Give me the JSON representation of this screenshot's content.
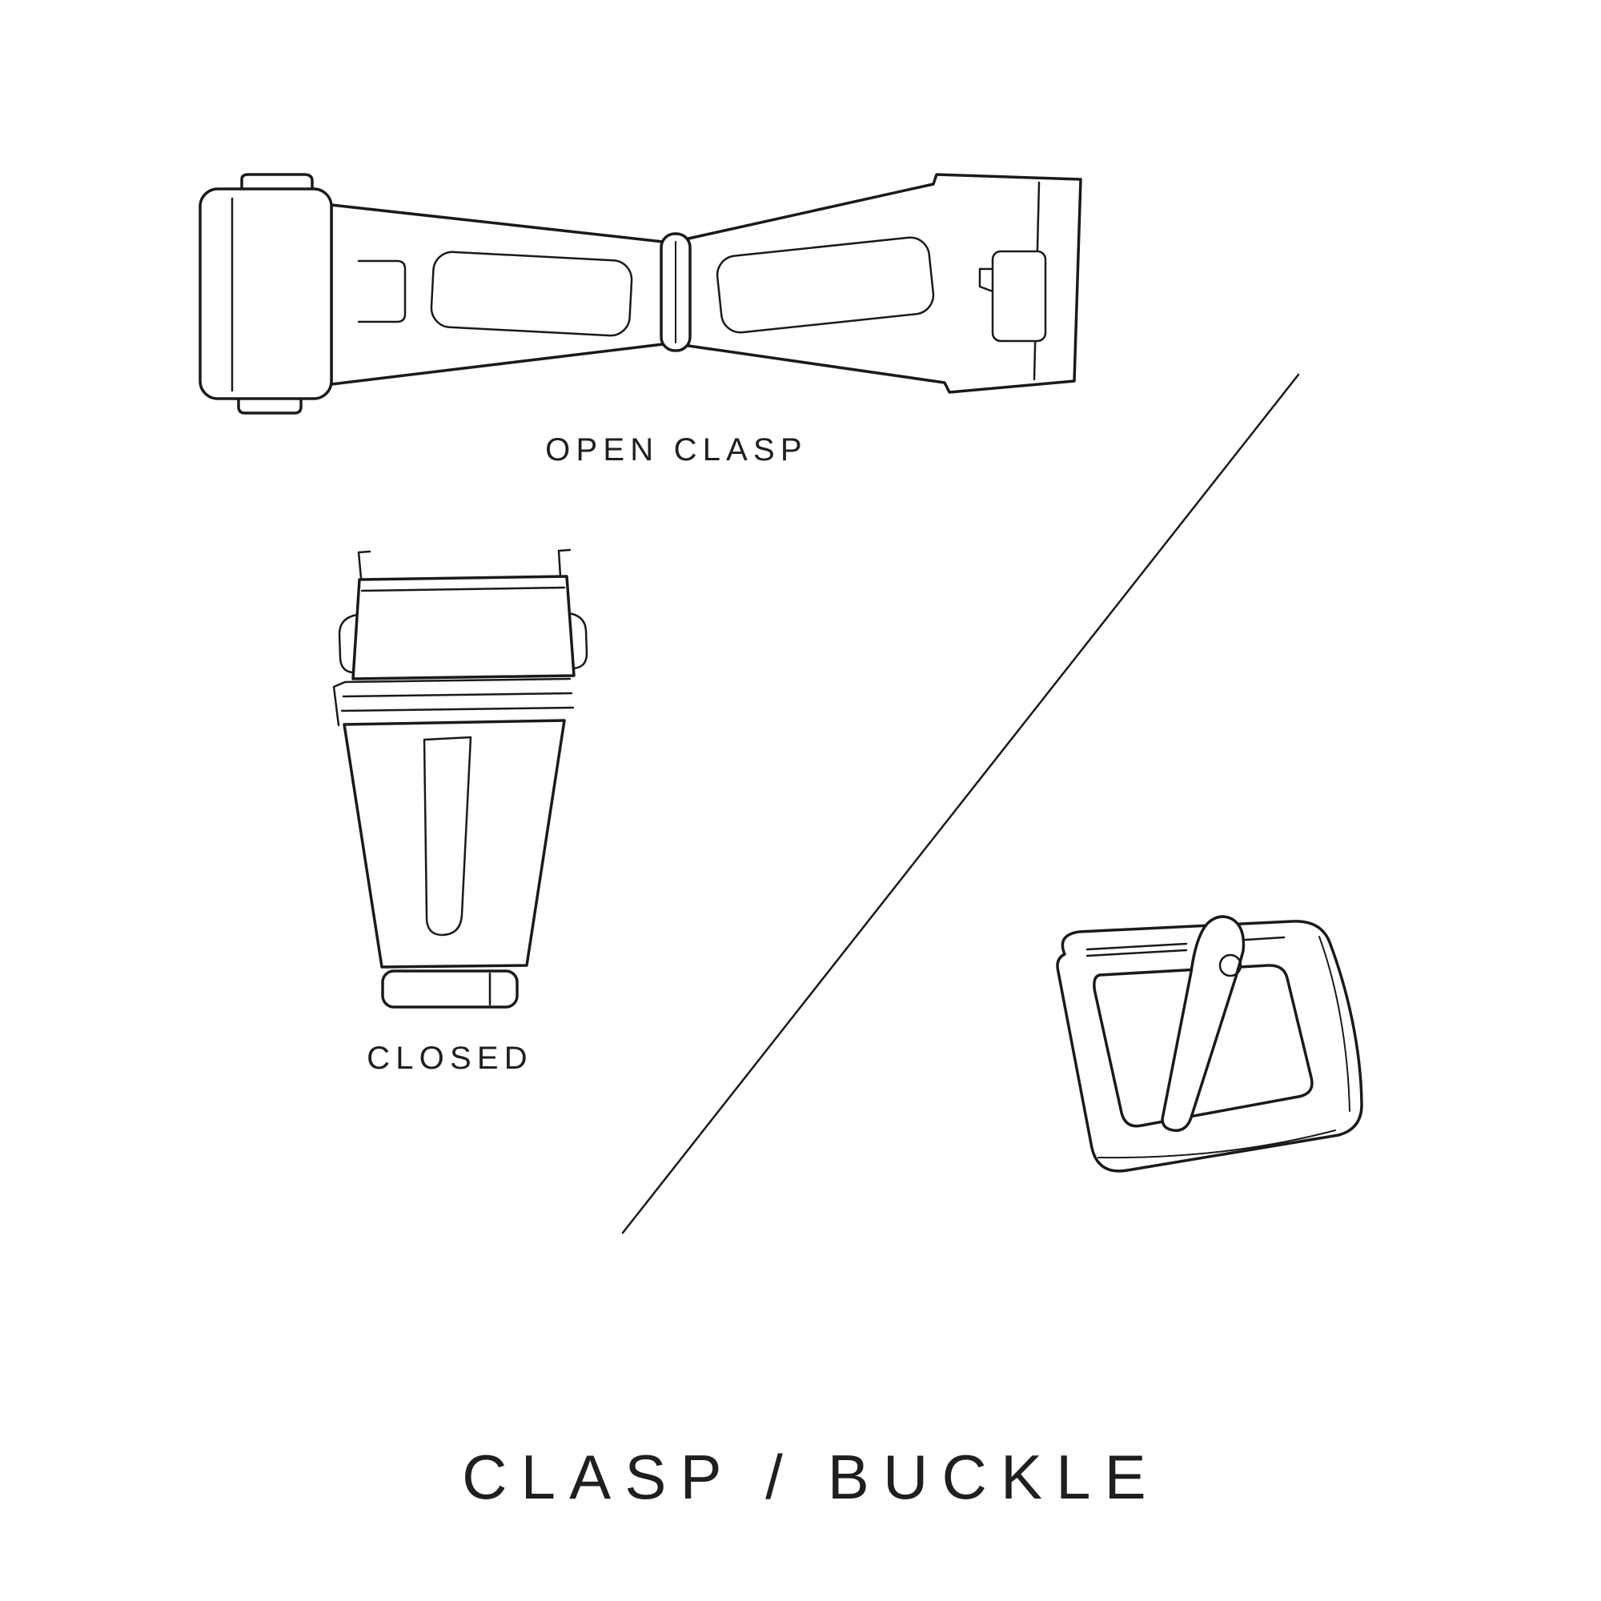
{
  "title": "CLASP / BUCKLE",
  "labels": {
    "open_clasp": "OPEN CLASP",
    "closed": "CLOSED"
  },
  "colors": {
    "background": "#ffffff",
    "line": "#1a1a1a",
    "text": "#1f1f1f"
  },
  "illustrations": {
    "open_clasp": "open-deployant-clasp-line-drawing",
    "closed_clasp": "closed-clasp-line-drawing",
    "buckle": "tang-buckle-line-drawing",
    "divider": "diagonal-divider-line"
  }
}
